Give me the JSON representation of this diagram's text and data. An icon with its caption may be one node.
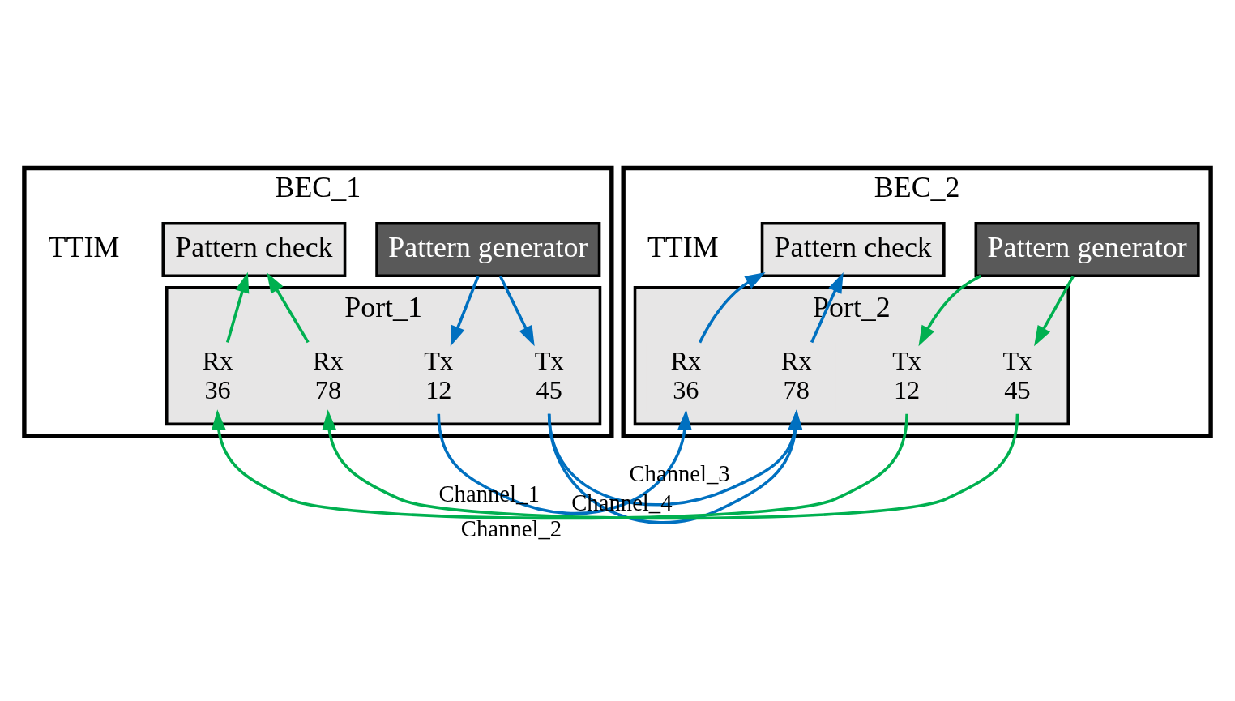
{
  "diagram": {
    "nodes": [
      {
        "text": [
          "BEC_1"
        ]
      },
      {
        "text": [
          "Pattern generator"
        ],
        "in": 0
      },
      {
        "text": [
          "Pattern check"
        ],
        "in": 0
      },
      {
        "text": [
          "Port_1"
        ],
        "in": 0
      },
      {
        "text": [
          "Tx 12"
        ],
        "in": 3
      },
      {
        "text": [
          "Rx 36"
        ],
        "in": 3
      },
      {
        "text": [
          "Tx 45"
        ],
        "in": 3
      },
      {
        "text": [
          "Rx 78"
        ],
        "in": 3
      },
      {
        "text": [
          "BEC_2"
        ]
      },
      {
        "text": [
          "Pattern generator"
        ],
        "in": 8
      },
      {
        "text": [
          "Pattern check"
        ],
        "in": 8
      },
      {
        "text": [
          "Port_2"
        ],
        "in": 8
      },
      {
        "text": [
          "Tx 12"
        ],
        "in": 11
      },
      {
        "text": [
          "Rx 36"
        ],
        "in": 11
      },
      {
        "text": [
          "Tx 45"
        ],
        "in": 11
      },
      {
        "text": [
          "Rx 78"
        ],
        "in": 11
      }
    ],
    "edges": [
      {
        "from": 1,
        "to": 4,
        "arrow": "to",
        "color": "#0070c0"
      },
      {
        "from": 1,
        "to": 6,
        "arrow": "to",
        "color": "#0070c0"
      },
      {
        "from": 5,
        "to": 2,
        "arrow": "to",
        "color": "#00b050"
      },
      {
        "from": 7,
        "to": 2,
        "arrow": "to",
        "color": "#00b050"
      },
      {
        "from": 9,
        "to": 12,
        "arrow": "to",
        "color": "#00b050"
      },
      {
        "from": 9,
        "to": 14,
        "arrow": "to",
        "color": "#00b050"
      },
      {
        "from": 13,
        "to": 10,
        "arrow": "to",
        "color": "#0070c0"
      },
      {
        "from": 15,
        "to": 10,
        "arrow": "to",
        "color": "#0070c0"
      },
      {
        "from": 4,
        "to": 13,
        "arrow": "to",
        "label": "Channel_1",
        "color": "#0070c0"
      },
      {
        "from": 12,
        "to": 5,
        "arrow": "to",
        "label": "Channel_2",
        "color": "#00b050"
      },
      {
        "from": 6,
        "to": 15,
        "arrow": "to",
        "label": "Channel_3",
        "color": "#0070c0"
      },
      {
        "from": 14,
        "to": 7,
        "arrow": "to",
        "label": "Channel_4",
        "color": "#00b050"
      }
    ],
    "labels": [
      "TTIM",
      "TTIM"
    ]
  }
}
